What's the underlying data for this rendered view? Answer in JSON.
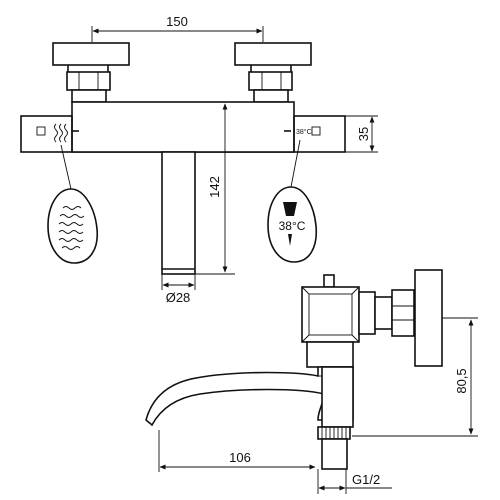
{
  "dimensions": {
    "width_top": "150",
    "body_height": "35",
    "spout_height": "142",
    "spout_diameter": "Ø28",
    "side_height": "80,5",
    "spout_reach": "106",
    "thread": "G1/2"
  },
  "labels": {
    "temp_small": "38°C",
    "temp_large": "38°C"
  },
  "icons": {
    "flow_handle": "water-flow-icon",
    "temperature_handle": "thermometer-icon"
  }
}
